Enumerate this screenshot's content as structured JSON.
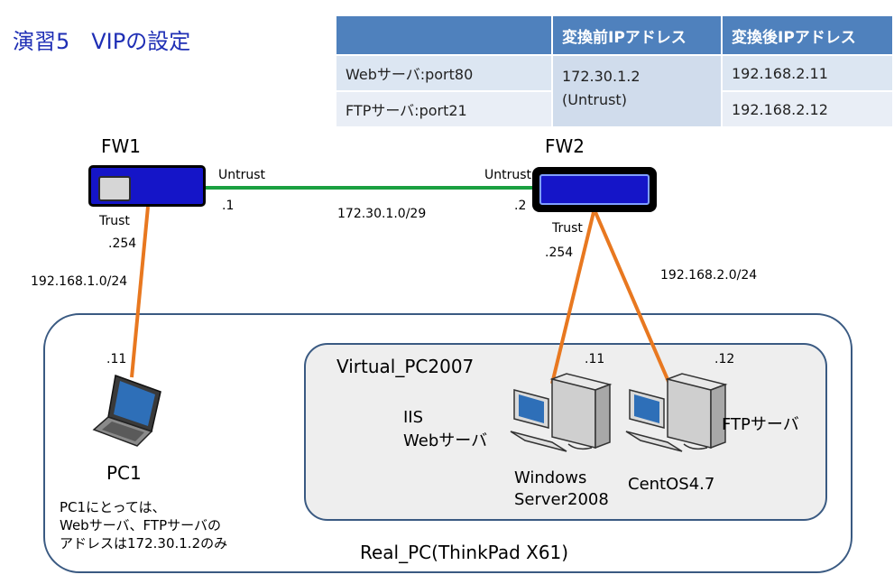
{
  "title": "演習5　VIPの設定",
  "nat_table": {
    "headers": [
      "",
      "変換前IPアドレス",
      "変換後IPアドレス"
    ],
    "rows": [
      {
        "service": "Webサーバ:port80",
        "after": "192.168.2.11"
      },
      {
        "service": "FTPサーバ:port21",
        "after": "192.168.2.12"
      }
    ],
    "before_line1": "172.30.1.2",
    "before_line2": "(Untrust)"
  },
  "fw1": {
    "name": "FW1",
    "untrust": "Untrust",
    "untrust_ip": ".1",
    "trust": "Trust",
    "trust_ip": ".254"
  },
  "fw2": {
    "name": "FW2",
    "untrust": "Untrust",
    "untrust_ip": ".2",
    "trust": "Trust",
    "trust_ip": ".254"
  },
  "networks": {
    "wan": "172.30.1.0/29",
    "lan1": "192.168.1.0/24",
    "lan2": "192.168.2.0/24"
  },
  "pc1": {
    "ip": ".11",
    "name": "PC1",
    "note_line1": "PC1にとっては、",
    "note_line2": "Webサーバ、FTPサーバの",
    "note_line3": "アドレスは172.30.1.2のみ"
  },
  "virtual": {
    "label": "Virtual_PC2007"
  },
  "real": {
    "label": "Real_PC(ThinkPad X61)"
  },
  "web_server": {
    "ip": ".11",
    "role_line1": "IIS",
    "role_line2": "Webサーバ",
    "os_line1": "Windows",
    "os_line2": "Server2008"
  },
  "ftp_server": {
    "ip": ".12",
    "role": "FTPサーバ",
    "os": "CentOS4.7"
  },
  "colors": {
    "wan_link": "#1aa040",
    "lan_link": "#e87820",
    "firewall": "#1515c8",
    "header": "#4f81bd",
    "frame": "#3a5a82"
  }
}
